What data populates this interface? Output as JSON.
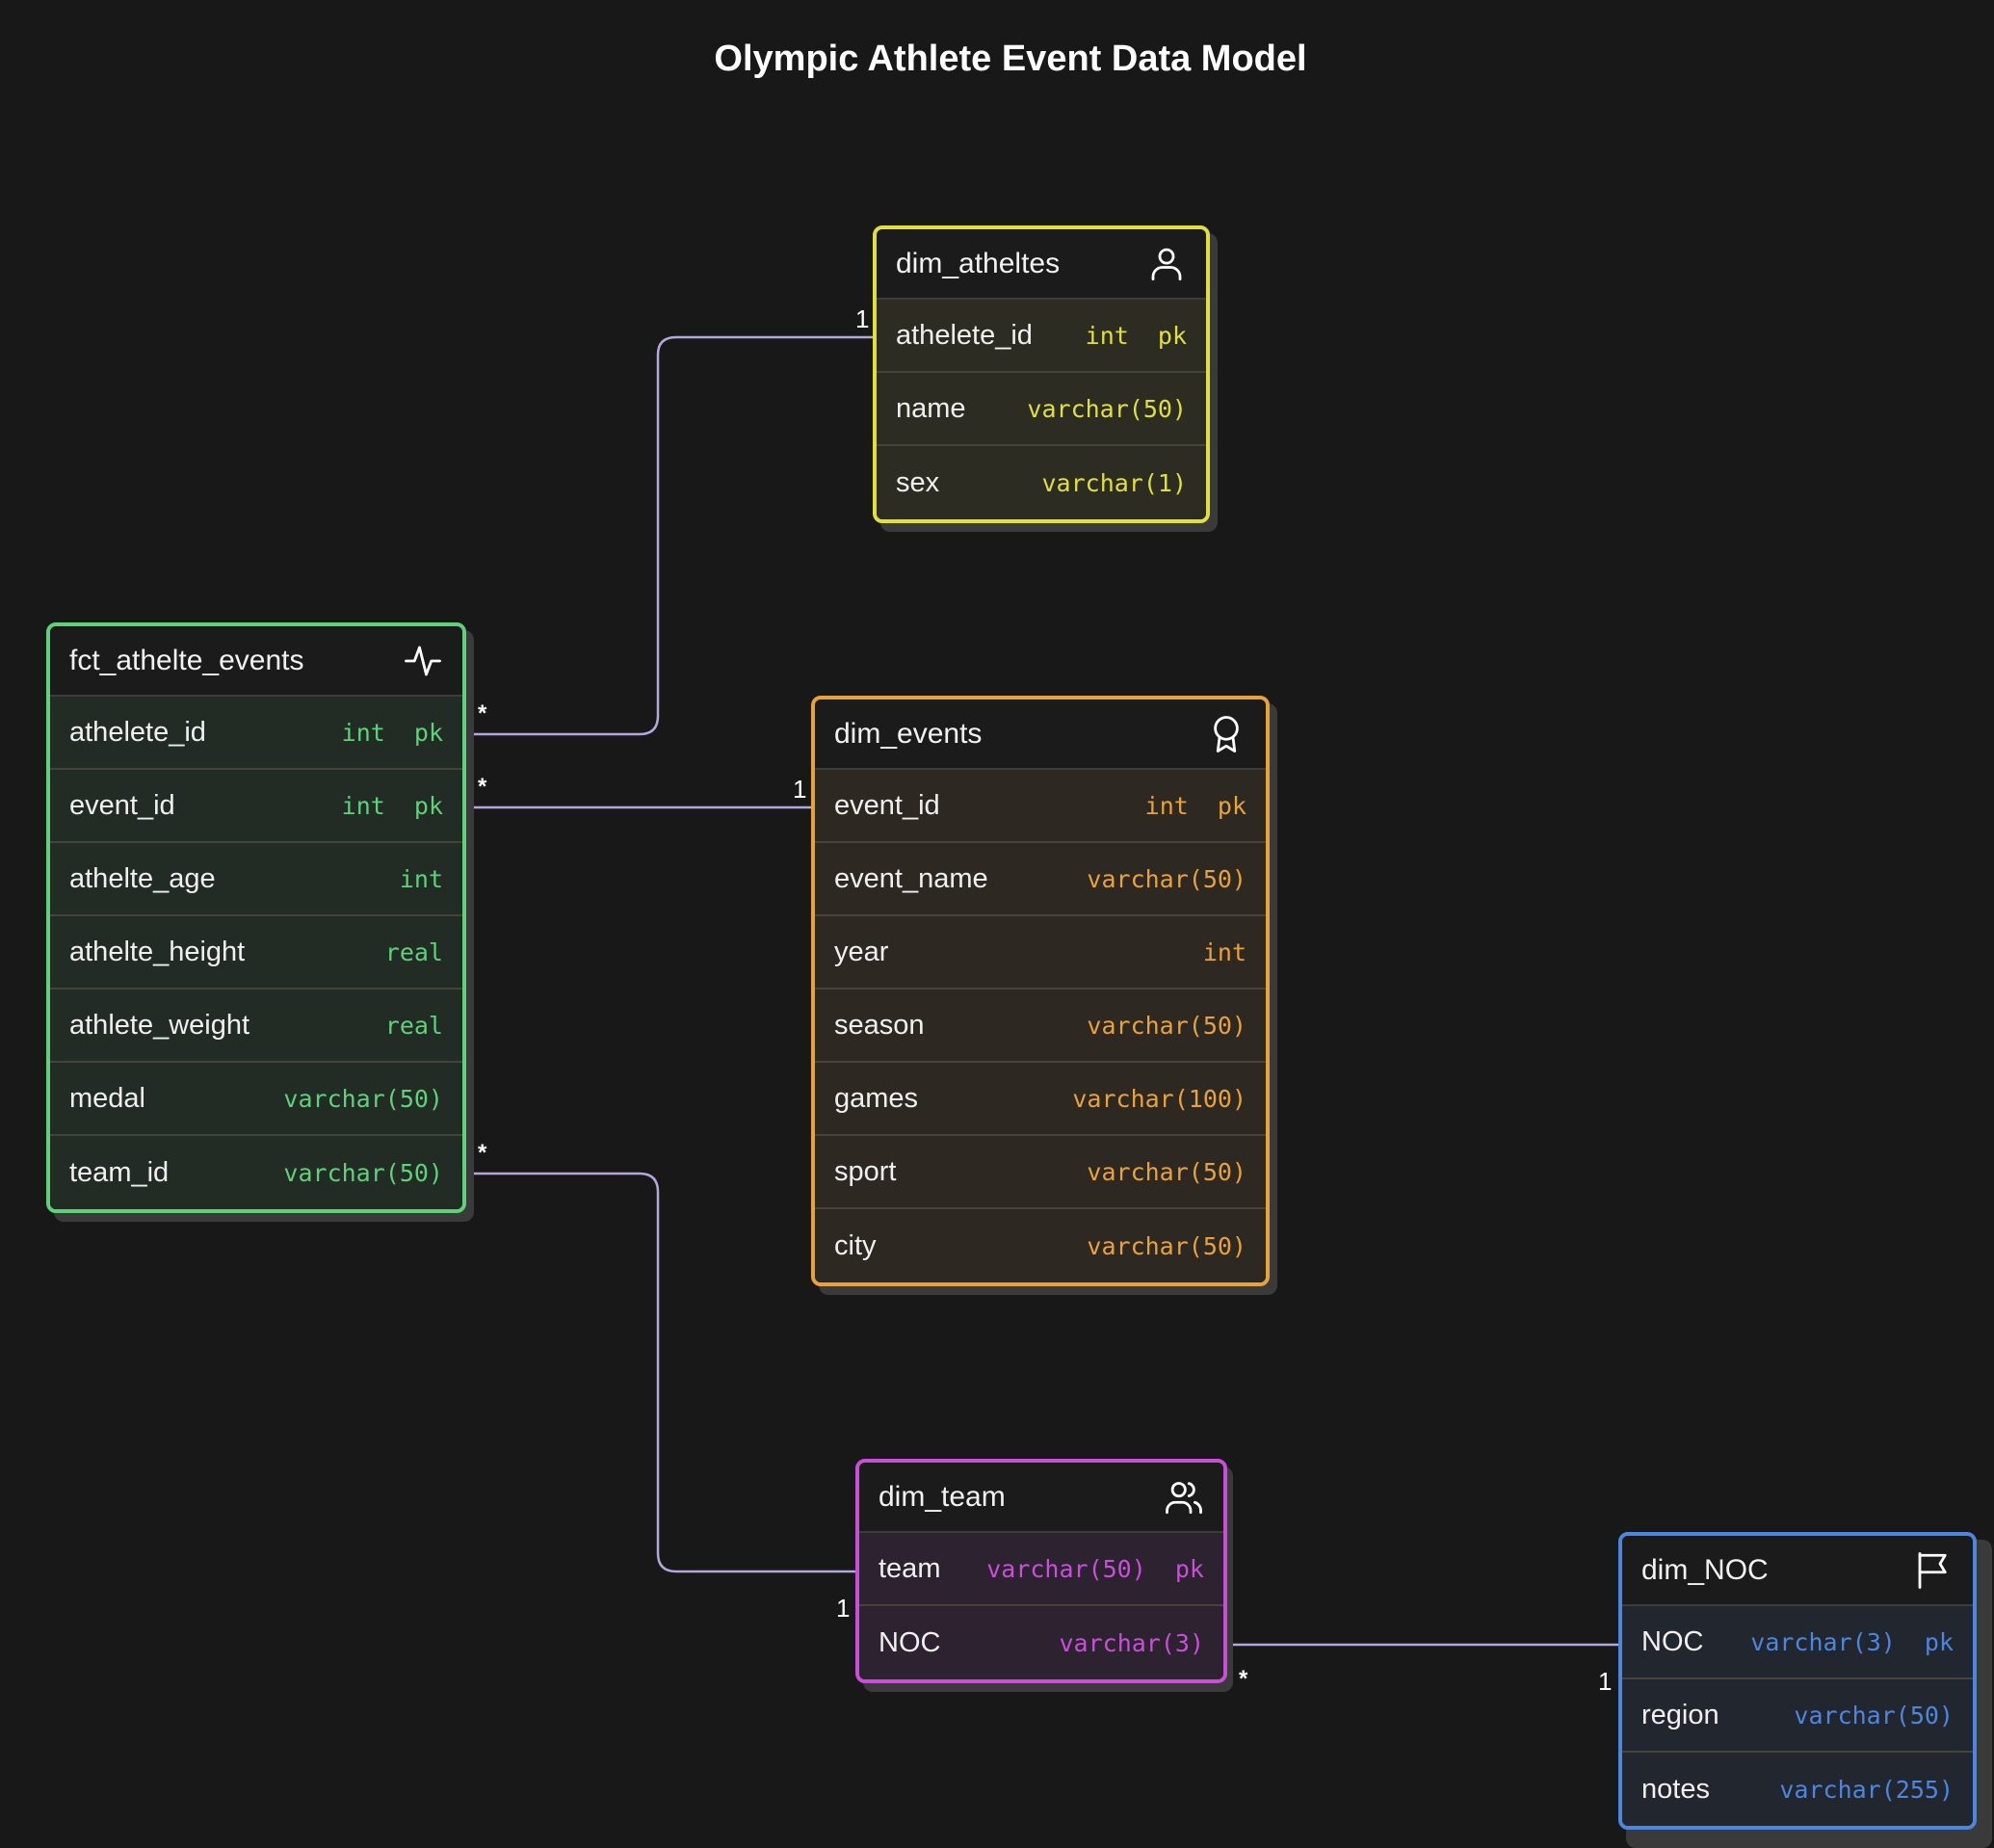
{
  "title": "Olympic Athlete Event Data Model",
  "tables": {
    "dim_atheltes": {
      "name": "dim_atheltes",
      "icon": "person-icon",
      "color": "#e3df3a",
      "bg": "#2c2c22",
      "columns": [
        {
          "name": "athelete_id",
          "type": "int  pk"
        },
        {
          "name": "name",
          "type": "varchar(50)"
        },
        {
          "name": "sex",
          "type": "varchar(1)"
        }
      ]
    },
    "fct_athelte_events": {
      "name": "fct_athelte_events",
      "icon": "activity-icon",
      "color": "#5fd17a",
      "bg": "#222b24",
      "columns": [
        {
          "name": "athelete_id",
          "type": "int  pk"
        },
        {
          "name": "event_id",
          "type": "int  pk"
        },
        {
          "name": "athelte_age",
          "type": "int"
        },
        {
          "name": "athelte_height",
          "type": "real"
        },
        {
          "name": "athlete_weight",
          "type": "real"
        },
        {
          "name": "medal",
          "type": "varchar(50)"
        },
        {
          "name": "team_id",
          "type": "varchar(50)"
        }
      ]
    },
    "dim_events": {
      "name": "dim_events",
      "icon": "award-icon",
      "color": "#e8a23c",
      "bg": "#2e2822",
      "columns": [
        {
          "name": "event_id",
          "type": "int  pk"
        },
        {
          "name": "event_name",
          "type": "varchar(50)"
        },
        {
          "name": "year",
          "type": "int"
        },
        {
          "name": "season",
          "type": "varchar(50)"
        },
        {
          "name": "games",
          "type": "varchar(100)"
        },
        {
          "name": "sport",
          "type": "varchar(50)"
        },
        {
          "name": "city",
          "type": "varchar(50)"
        }
      ]
    },
    "dim_team": {
      "name": "dim_team",
      "icon": "users-icon",
      "color": "#c94fd8",
      "bg": "#2c2230",
      "columns": [
        {
          "name": "team",
          "type": "varchar(50)  pk"
        },
        {
          "name": "NOC",
          "type": "varchar(3)"
        }
      ]
    },
    "dim_NOC": {
      "name": "dim_NOC",
      "icon": "flag-icon",
      "color": "#4d86e0",
      "bg": "#22262e",
      "columns": [
        {
          "name": "NOC",
          "type": "varchar(3)  pk"
        },
        {
          "name": "region",
          "type": "varchar(50)"
        },
        {
          "name": "notes",
          "type": "varchar(255)"
        }
      ]
    }
  },
  "relationships": [
    {
      "from": "fct_athelte_events.athelete_id",
      "to": "dim_atheltes.athelete_id",
      "from_card": "*",
      "to_card": "1"
    },
    {
      "from": "fct_athelte_events.event_id",
      "to": "dim_events.event_id",
      "from_card": "*",
      "to_card": "1"
    },
    {
      "from": "fct_athelte_events.team_id",
      "to": "dim_team.team",
      "from_card": "*",
      "to_card": "1"
    },
    {
      "from": "dim_team.NOC",
      "to": "dim_NOC.NOC",
      "from_card": "*",
      "to_card": "1"
    }
  ]
}
